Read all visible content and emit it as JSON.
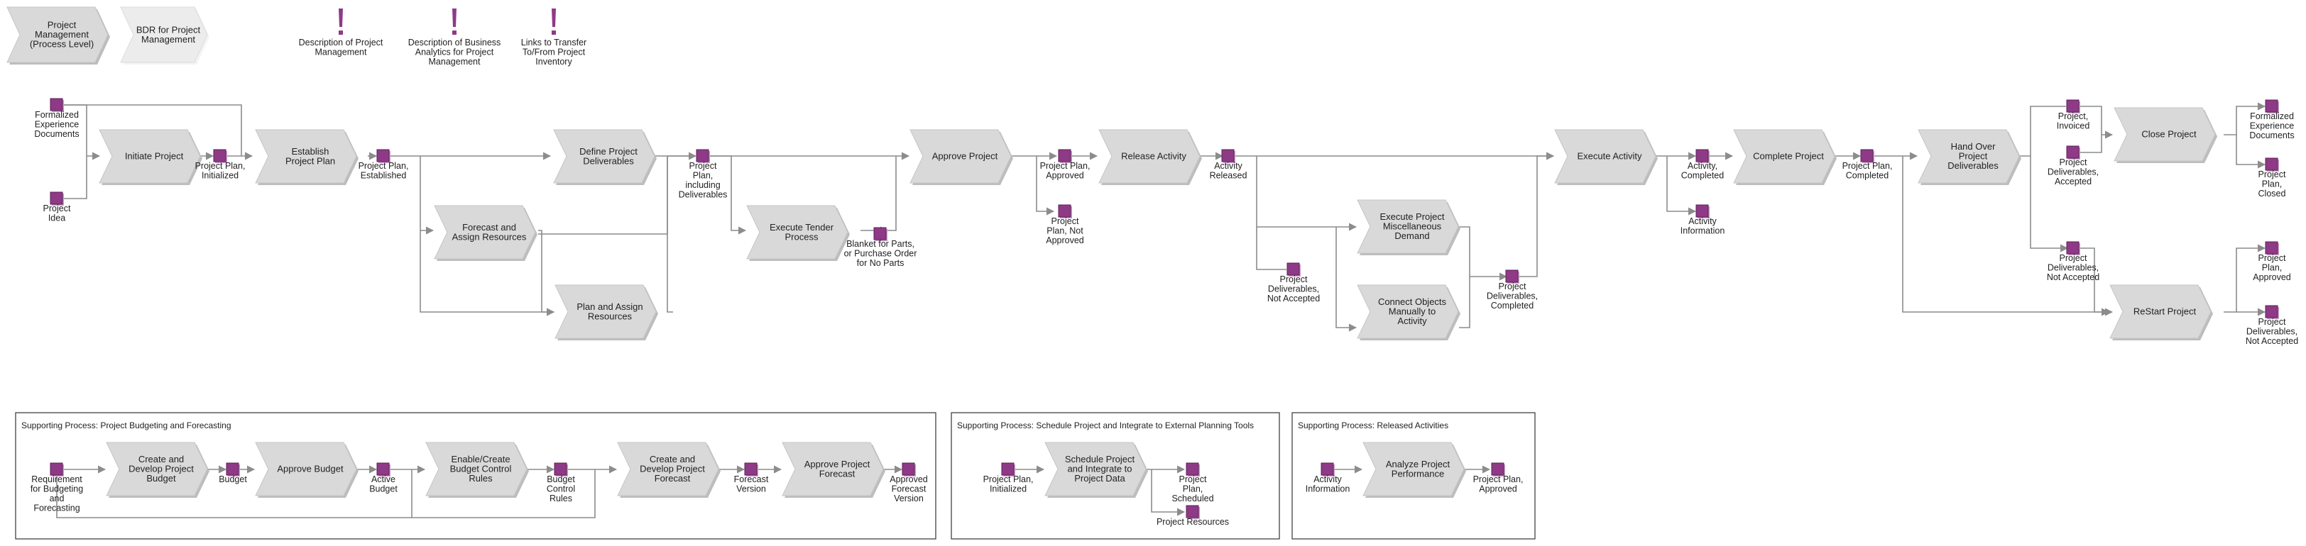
{
  "legend": {
    "proc_level": "Project Management (Process Level)",
    "bdr": "BDR for Project Management",
    "desc_pm": "Description of Project Management",
    "desc_ba": "Description of Business Analytics for Project Management",
    "links": "Links to Transfer To/From Project Inventory"
  },
  "functions": {
    "initiate": "Initiate Project",
    "establish": "Establish Project Plan",
    "define": "Define Project Deliverables",
    "forecast_assign": "Forecast and Assign Resources",
    "plan_assign": "Plan and Assign Resources",
    "tender": "Execute Tender Process",
    "approve_project": "Approve Project",
    "release": "Release Activity",
    "exec_misc": "Execute Project Miscellaneous Demand",
    "connect": "Connect Objects Manually to Activity",
    "execute_activity": "Execute Activity",
    "complete": "Complete Project",
    "handover": "Hand Over Project Deliverables",
    "close": "Close Project",
    "restart": "ReStart Project",
    "create_budget": "Create and Develop Project Budget",
    "approve_budget": "Approve Budget",
    "enable_rules": "Enable/Create Budget Control Rules",
    "create_forecast": "Create and Develop Project Forecast",
    "approve_forecast": "Approve Project Forecast",
    "schedule": "Schedule Project and Integrate to Project Data",
    "analyze": "Analyze Project Performance"
  },
  "states": {
    "formalized_exp_in": "Formalized Experience Documents",
    "project_idea": "Project Idea",
    "plan_initialized": "Project Plan, Initialized",
    "plan_established": "Project Plan, Established",
    "plan_incl_deliv": "Project Plan, including Deliverables",
    "blanket": "Blanket for Parts, or Purchase Order for No Parts",
    "plan_approved": "Project Plan, Approved",
    "plan_not_approved": "Project Plan, Not Approved",
    "activity_released": "Activity Released",
    "deliv_not_accepted_mid": "Project Deliverables, Not Accepted",
    "deliv_completed": "Project Deliverables, Completed",
    "activity_completed": "Activity, Completed",
    "activity_info": "Activity Information",
    "plan_completed": "Project Plan, Completed",
    "project_invoiced": "Project, Invoiced",
    "deliv_accepted": "Project Deliverables, Accepted",
    "deliv_not_accepted_right": "Project Deliverables, Not Accepted",
    "formalized_exp_out": "Formalized Experience Documents",
    "plan_closed": "Project Plan, Closed",
    "restart_plan_approved": "Project Plan, Approved",
    "restart_deliv_not_accepted": "Project Deliverables, Not Accepted",
    "req_budget": "Requirement for Budgeting and Forecasting",
    "budget": "Budget",
    "active_budget": "Active Budget",
    "budget_rules": "Budget Control Rules",
    "forecast_version": "Forecast Version",
    "approved_forecast": "Approved Forecast Version",
    "sched_plan_initialized": "Project Plan, Initialized",
    "plan_scheduled": "Project Plan, Scheduled",
    "project_resources": "Project Resources",
    "rel_activity_info": "Activity Information",
    "rel_plan_approved": "Project Plan, Approved"
  },
  "boxes": {
    "budgeting": "Supporting Process: Project Budgeting and Forecasting",
    "schedule": "Supporting Process: Schedule Project and Integrate to External Planning Tools",
    "released": "Supporting Process: Released Activities"
  },
  "colors": {
    "chevron_fill": "#d9d9d9",
    "chevron_dark": "#c5c5c5",
    "light_fill": "#ececec",
    "state_fill": "#8e3a87",
    "state_border": "#5e1f5a",
    "line": "#8c8c8c",
    "text": "#222222"
  },
  "icons": {
    "state": "purple-square-icon",
    "description": "exclamation-icon"
  }
}
